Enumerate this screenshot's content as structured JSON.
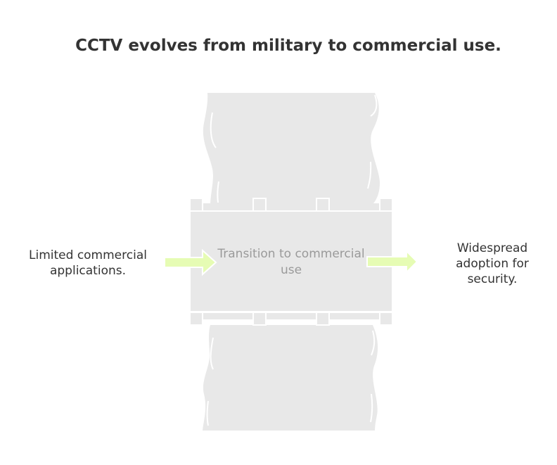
{
  "title": "CCTV evolves from military to commercial use.",
  "left_label": "Limited commercial applications.",
  "center_label": "Transition to commercial use",
  "right_label": "Widespread adoption for security.",
  "colors": {
    "shape_fill": "#e8e8e8",
    "arrow": "#e6fcb4",
    "text": "#333333",
    "center_text": "#9a9a9a"
  }
}
